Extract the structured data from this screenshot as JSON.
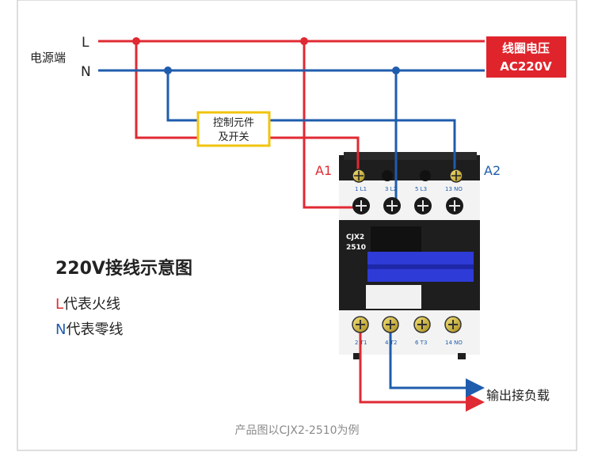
{
  "supply": {
    "label": "电源端",
    "line_letter": "L",
    "neutral_letter": "N"
  },
  "coil_voltage": {
    "line1": "线圈电压",
    "line2": "AC220V"
  },
  "control_box": {
    "line1": "控制元件",
    "line2": "及开关"
  },
  "terminals": {
    "a1": "A1",
    "a2": "A2",
    "top_markings": [
      "1 L1",
      "3 L2",
      "5 L3",
      "13 NO"
    ],
    "bottom_markings": [
      "2 T1",
      "4 T2",
      "6 T3",
      "14 NO"
    ]
  },
  "contactor": {
    "model": "CJX2",
    "code": "2510"
  },
  "legend": {
    "title": "220V接线示意图",
    "l_letter": "L",
    "l_text": "代表火线",
    "n_letter": "N",
    "n_text": "代表零线"
  },
  "output_label": "输出接负载",
  "caption": "产品图以CJX2-2510为例",
  "colors": {
    "live": "#e02a33",
    "neutral": "#1f5cad",
    "box_border": "#f1c40f",
    "badge_bg": "#e0242c",
    "contactor_body": "#1e1e1e",
    "contactor_face": "#f3f3f3",
    "slider": "#2e3bd6"
  }
}
